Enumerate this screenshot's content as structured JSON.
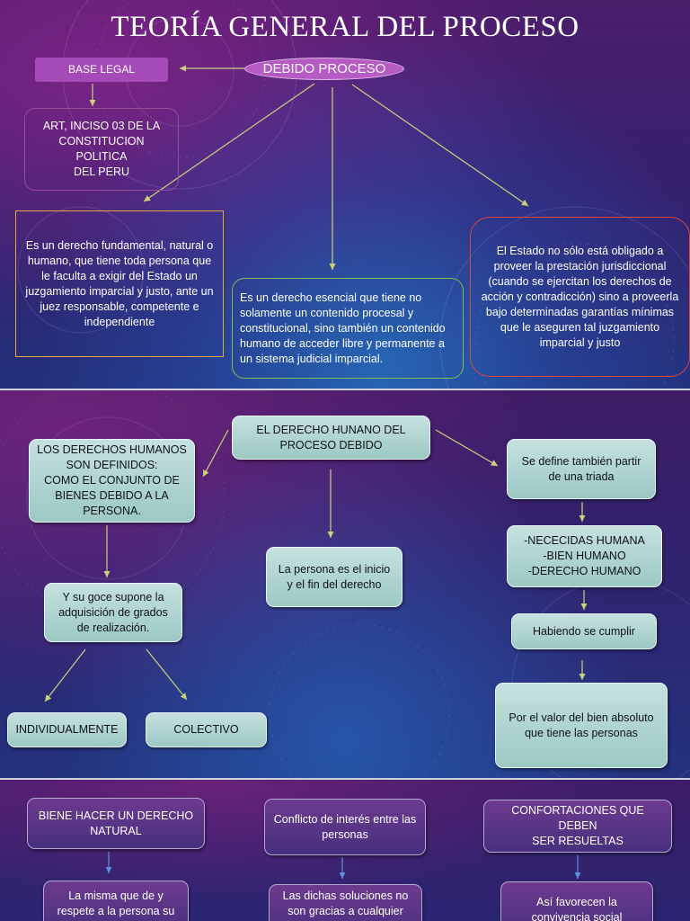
{
  "slide1": {
    "title": "TEORÍA GENERAL DEL PROCESO",
    "center_node": "DEBIDO PROCESO",
    "base_legal": "BASE LEGAL",
    "article": "ART, INCISO 03 DE LA\nCONSTITUCION POLITICA\nDEL PERU",
    "left_definition": "Es un derecho fundamental, natural o humano, que tiene toda persona que le faculta a exigir del Estado un juzgamiento imparcial y justo, ante un juez responsable, competente e independiente",
    "middle_definition": "Es un derecho esencial que tiene no solamente un contenido procesal y constitucional, sino también un contenido humano de acceder libre y permanente a un sistema judicial imparcial.",
    "right_definition": "El Estado no sólo está obligado a proveer la prestación jurisdiccional (cuando se ejercitan los derechos de acción y contradicción) sino a proveerla bajo determinadas garantías mínimas que le aseguren tal juzgamiento imparcial y justo",
    "colors": {
      "title": "#ffffff",
      "ellipse": "#b65ac4",
      "base_legal": "#a54bb7",
      "arrow": "#c8d37a",
      "left_border": "#e0a640",
      "middle_border": "#7fbf4d",
      "right_border": "#d9473f"
    }
  },
  "slide2": {
    "center_node": "EL DERECHO HUNANO DEL\nPROCESO DEBIDO",
    "left_top": "LOS DERECHOS HUMANOS\nSON DEFINIDOS:\nCOMO EL CONJUNTO DE\nBIENES DEBIDO A LA\nPERSONA.",
    "left_mid": "Y su goce supone la adquisición de grados de realización.",
    "left_bottom_a": "INDIVIDUALMENTE",
    "left_bottom_b": "COLECTIVO",
    "middle": "La persona es el inicio y el fin del derecho",
    "right_1": "Se define también  partir de una triada",
    "right_2": "-NECECIDAS HUMANA\n-BIEN HUMANO\n-DERECHO HUMANO",
    "right_3": "Habiendo se cumplir",
    "right_4": "Por el valor del bien absoluto que tiene las personas",
    "colors": {
      "box": "#a9d2cf",
      "arrow": "#c8d37a"
    }
  },
  "slide3": {
    "col1_head": "BIENE HACER UN DERECHO\nNATURAL",
    "col1_body": "La misma que de y\nrespete a la persona su",
    "col2_head": "Conflicto de interés entre las personas",
    "col2_body": "Las dichas soluciones no\nson gracias a cualquier",
    "col3_head": "CONFORTACIONES QUE DEBEN\nSER RESUELTAS",
    "col3_body": "Así favorecen la\nconvivencia social",
    "colors": {
      "arrow": "#5b8fe0"
    }
  }
}
